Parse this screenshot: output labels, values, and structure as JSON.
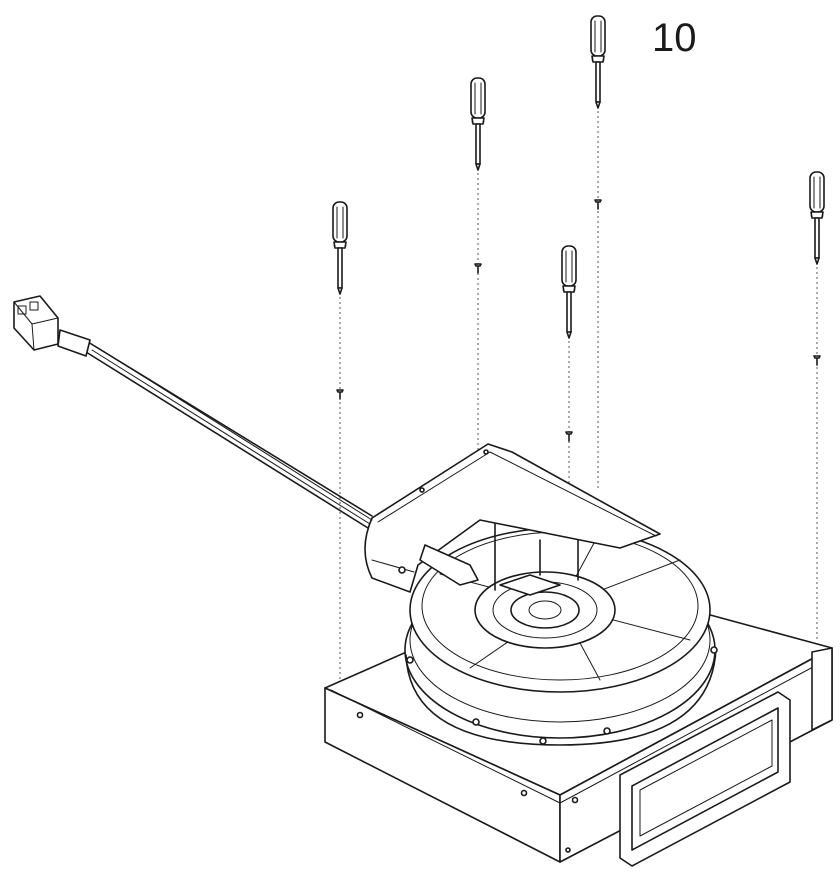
{
  "step": {
    "number": "10"
  },
  "parts": {
    "screwdrivers": [
      {
        "name": "screwdriver",
        "icon": "screwdriver-icon"
      },
      {
        "name": "screwdriver",
        "icon": "screwdriver-icon"
      },
      {
        "name": "screwdriver",
        "icon": "screwdriver-icon"
      },
      {
        "name": "screwdriver",
        "icon": "screwdriver-icon"
      },
      {
        "name": "screwdriver",
        "icon": "screwdriver-icon"
      }
    ],
    "screws_count": 5
  }
}
